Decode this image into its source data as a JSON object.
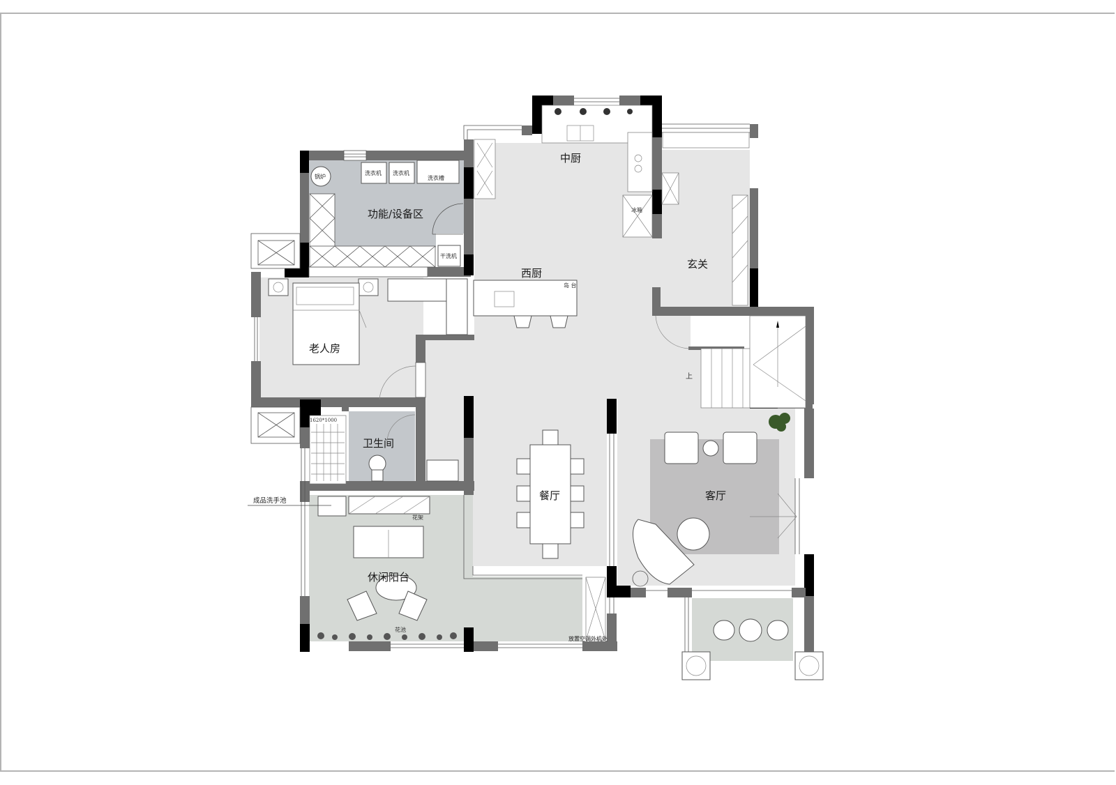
{
  "drawing": {
    "type": "residential floor plan",
    "colors": {
      "background": "#ffffff",
      "frame_line": "#b4b4b4",
      "wall_gray": "#707070",
      "column_black": "#000000",
      "floor_light": "#e6e6e6",
      "floor_utility": "#c3c7cb",
      "floor_bathroom": "#c3c7cb",
      "floor_terrace": "#d5d9d5",
      "rug": "#c0bfc0"
    },
    "rooms": [
      {
        "id": "utility",
        "label": "功能/设备区"
      },
      {
        "id": "kitchen_chinese",
        "label": "中厨"
      },
      {
        "id": "kitchen_western",
        "label": "西厨"
      },
      {
        "id": "foyer",
        "label": "玄关"
      },
      {
        "id": "elder_bedroom",
        "label": "老人房"
      },
      {
        "id": "bathroom",
        "label": "卫生间"
      },
      {
        "id": "dining",
        "label": "餐厅"
      },
      {
        "id": "living",
        "label": "客厅"
      },
      {
        "id": "leisure_balcony",
        "label": "休闲阳台"
      }
    ],
    "fixtures": {
      "boiler": "锅炉",
      "washer_1": "洗衣机",
      "washer_2": "洗衣机",
      "laundry_sink": "洗衣槽",
      "dryer": "干洗机",
      "fridge": "冰箱",
      "island": "岛 台",
      "stair_up": "上",
      "shower_size": "1620*1000",
      "flower_rack": "花架",
      "planter": "花池"
    },
    "annotations": {
      "basin_callout": "成品洗手池",
      "ac_unit_note": "放置空调外机处"
    }
  }
}
